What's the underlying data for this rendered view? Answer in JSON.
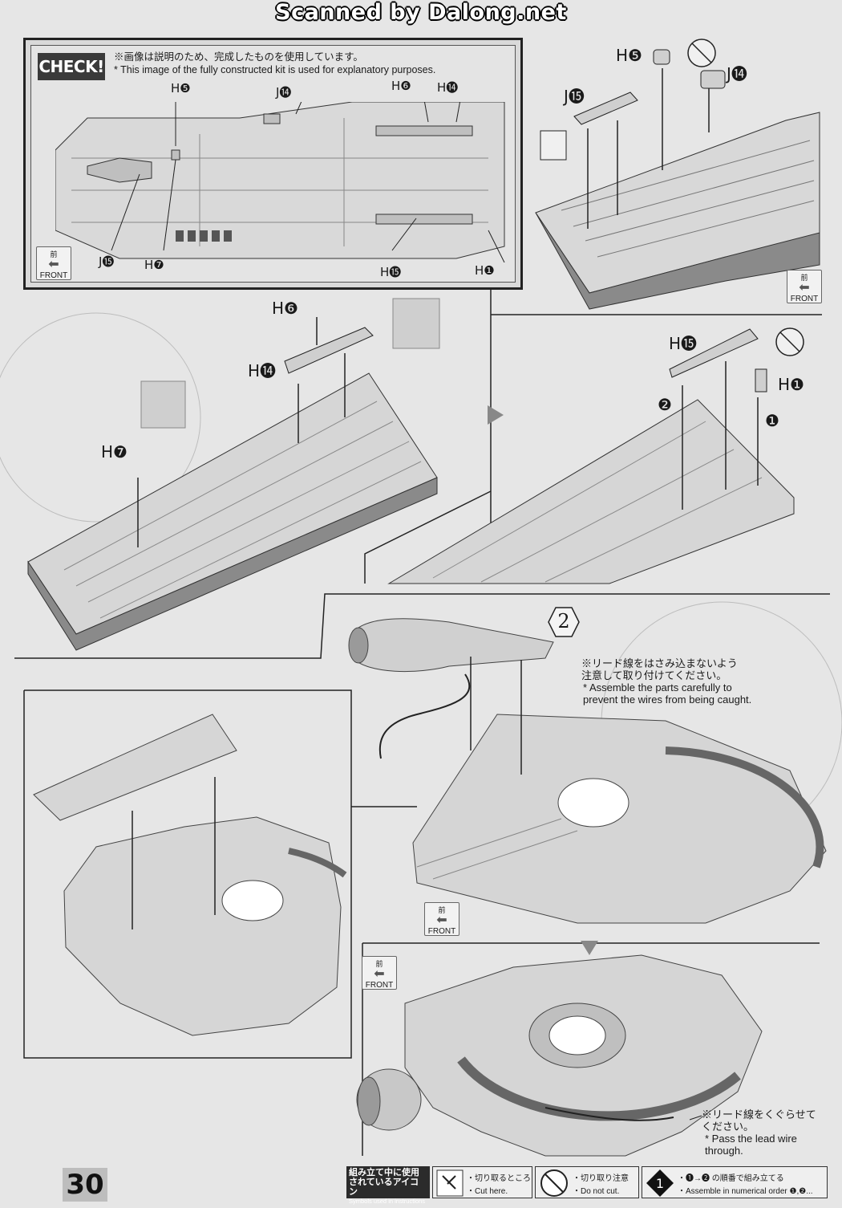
{
  "header": {
    "watermark": "Scanned by Dalong.net"
  },
  "check": {
    "badge": "CHECK!",
    "note_jp": "※画像は説明のため、完成したものを使用しています。",
    "note_en": "* This image of the fully constructed kit is used for explanatory purposes.",
    "labels": [
      "H❺",
      "J⓮",
      "H❻",
      "H⓮",
      "J⓯",
      "H❼",
      "H⓯",
      "H❶"
    ]
  },
  "front_badge": {
    "jp": "前",
    "en": "FRONT"
  },
  "steps": {
    "upper_right_labels": [
      "H❺",
      "J⓮",
      "J⓯"
    ],
    "mid_left_labels": [
      "H❻",
      "H⓮",
      "H❼"
    ],
    "mid_right_labels": [
      "H⓯",
      "H❶",
      "❷",
      "❶"
    ]
  },
  "step2": {
    "number": "2",
    "wire_caution_jp": "※リード線をはさみ込まないよう\n注意して取り付けてください。",
    "wire_caution_en": "* Assemble the parts carefully to\nprevent the wires from being caught.",
    "wire_pass_jp": "※リード線をくぐらせて\nください。",
    "wire_pass_en": "* Pass the lead wire\nthrough."
  },
  "footer": {
    "page_number": "30",
    "legend_title_jp1": "組み立て中に使用",
    "legend_title_jp2": "されているアイコン",
    "legend_title_en": "Symbols used in instructions",
    "cut_jp": "・切り取るところ",
    "cut_en": "・Cut here.",
    "nocut_jp": "・切り取り注意",
    "nocut_en": "・Do not cut.",
    "order_jp": "・❶→❷ の順番で組み立てる",
    "order_en": "・Assemble in numerical order ❶,❷..."
  }
}
